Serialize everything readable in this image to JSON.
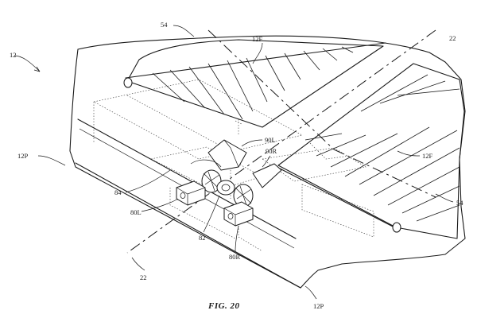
{
  "figure": {
    "caption": "FIG. 20",
    "labels": {
      "l12": "12",
      "l12F_top": "12F",
      "l12F_right": "12F",
      "l12P_left": "12P",
      "l12P_bottom": "12P",
      "l54_top": "54",
      "l54_right": "54",
      "l22_top": "22",
      "l22_bottom": "22",
      "l90L": "90L",
      "l90R": "90R",
      "l84": "84",
      "l80L": "80L",
      "l82": "82",
      "l80R": "80R"
    }
  }
}
